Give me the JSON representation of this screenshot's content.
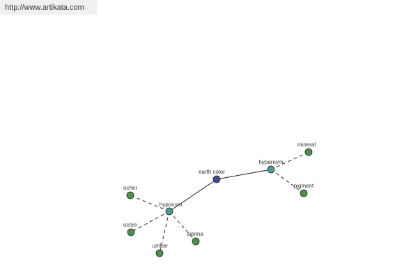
{
  "header": {
    "url": "http://www.artikata.com"
  },
  "graph": {
    "colors": {
      "center": "#3f4e8f",
      "relation": "#4f9a98",
      "leaf": "#4f8f4c",
      "stroke": "#222222",
      "edge": "#111111"
    },
    "nodes": [
      {
        "id": "earth-color",
        "label": "earth color",
        "kind": "center"
      },
      {
        "id": "hypernym",
        "label": "hypernym",
        "kind": "relation"
      },
      {
        "id": "hyponym",
        "label": "hyponym",
        "kind": "relation"
      },
      {
        "id": "mineral",
        "label": "mineral",
        "kind": "leaf"
      },
      {
        "id": "pigment",
        "label": "pigment",
        "kind": "leaf"
      },
      {
        "id": "ocher",
        "label": "ocher",
        "kind": "leaf"
      },
      {
        "id": "ochre",
        "label": "ochre",
        "kind": "leaf"
      },
      {
        "id": "umber",
        "label": "umber",
        "kind": "leaf"
      },
      {
        "id": "sienna",
        "label": "sienna",
        "kind": "leaf"
      }
    ],
    "edges": [
      {
        "from": "earth-color",
        "to": "hypernym",
        "style": "solid"
      },
      {
        "from": "earth-color",
        "to": "hyponym",
        "style": "solid"
      },
      {
        "from": "hypernym",
        "to": "mineral",
        "style": "dashed"
      },
      {
        "from": "hypernym",
        "to": "pigment",
        "style": "dashed"
      },
      {
        "from": "hyponym",
        "to": "ocher",
        "style": "dashed"
      },
      {
        "from": "hyponym",
        "to": "ochre",
        "style": "dashed"
      },
      {
        "from": "hyponym",
        "to": "umber",
        "style": "dashed"
      },
      {
        "from": "hyponym",
        "to": "sienna",
        "style": "dashed"
      }
    ]
  }
}
